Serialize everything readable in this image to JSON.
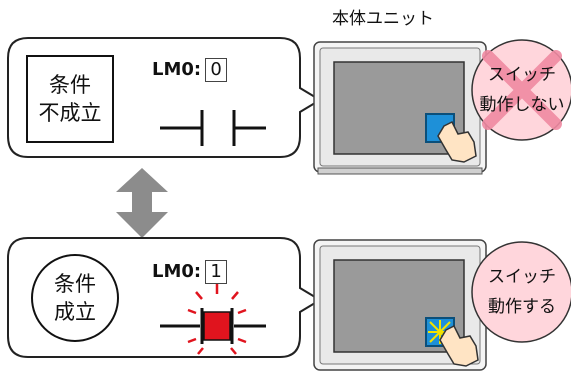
{
  "unit": {
    "title": "本体ユニット"
  },
  "top": {
    "condition_line1": "条件",
    "condition_line2": "不成立",
    "lm_label": "LM0:",
    "lm_value": "0",
    "result_line1": "スイッチ",
    "result_line2": "動作しない"
  },
  "bottom": {
    "condition_line1": "条件",
    "condition_line2": "成立",
    "lm_label": "LM0:",
    "lm_value": "1",
    "result_line1": "スイッチ",
    "result_line2": "動作する"
  },
  "colors": {
    "bezel": "#e9e9e9",
    "screen": "#9a9a9a",
    "switch_blue": "#1e90d8",
    "coil_red": "#e0141e",
    "bubble_pink": "#ffd6dc",
    "x_mark": "#f08aa2",
    "arrow_gray": "#8c8c8c"
  }
}
